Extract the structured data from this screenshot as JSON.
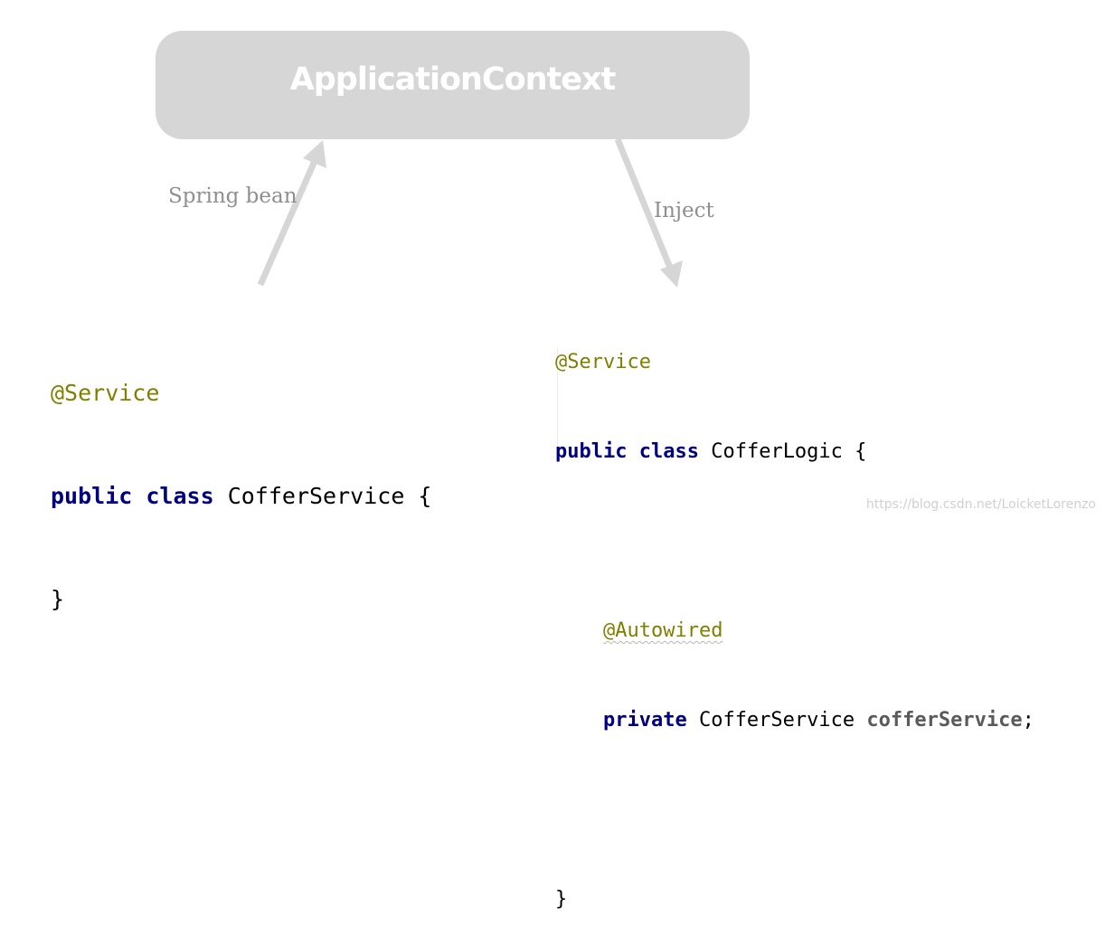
{
  "context": {
    "title": "ApplicationContext"
  },
  "edges": {
    "spring_bean_label": "Spring bean",
    "inject_label": "Inject"
  },
  "left_code": {
    "annotation": "@Service",
    "kw_public": "public",
    "kw_class": "class",
    "class_decl_rest": "CofferService {",
    "closing_brace": "}"
  },
  "right_code": {
    "annotation": "@Service",
    "kw_public": "public",
    "kw_class": "class",
    "class_decl_rest": "CofferLogic {",
    "field_annotation": "@Autowired",
    "kw_private": "private",
    "field_type": "CofferService",
    "field_name": "cofferService",
    "semicolon": ";",
    "closing_brace": "}"
  },
  "watermark": "https://blog.csdn.net/LoicketLorenzo",
  "colors": {
    "box": "#d6d6d6",
    "arrow": "#d6d6d6",
    "annotation": "#7f7f00",
    "keyword": "#000080"
  }
}
